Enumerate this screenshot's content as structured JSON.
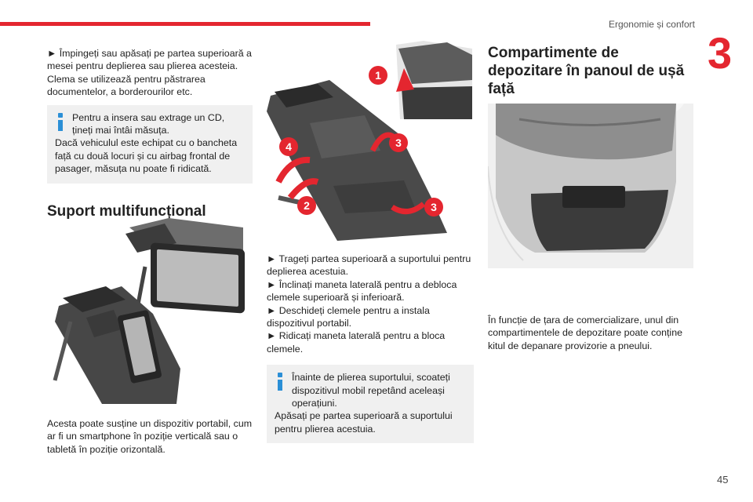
{
  "header": {
    "section_title": "Ergonomie și confort",
    "chapter_number": "3",
    "page_number": "45",
    "accent_color": "#e4262f",
    "info_icon_color": "#2b8fd6"
  },
  "col1": {
    "intro": "Împingeți sau apăsați pe partea superioară a mesei pentru deplierea sau plierea acesteia. Clema se utilizează pentru păstrarea documentelor, a borderourilor etc.",
    "info_first": "Pentru a insera sau extrage un CD, țineți mai întâi măsuța.",
    "info_rest": "Dacă vehiculul este echipat cu o bancheta față cu două locuri și cu airbag frontal de pasager, măsuța nu poate fi ridicată.",
    "section_title": "Suport multifuncțional",
    "caption": "Acesta poate susține un dispozitiv portabil, cum ar fi un smartphone în poziție verticală sau o tabletă în poziție orizontală."
  },
  "col2": {
    "callouts": [
      "1",
      "2",
      "3",
      "3",
      "4"
    ],
    "steps": [
      "Trageți partea superioară a suportului pentru deplierea acestuia.",
      "Înclinați maneta laterală pentru a debloca clemele superioară și inferioară.",
      "Deschideți clemele pentru a instala dispozitivul portabil.",
      "Ridicați maneta laterală pentru a bloca clemele."
    ],
    "info_first": "Înainte de plierea suportului, scoateți dispozitivul mobil repetând aceleași operațiuni.",
    "info_rest": "Apăsați pe partea superioară a suportului pentru plierea acestuia."
  },
  "col3": {
    "section_title": "Compartimente de depozitare în panoul de ușă față",
    "caption": "În funcție de țara de comercializare, unul din compartimentele de depozitare poate conține kitul de depanare provizorie a pneului."
  },
  "arrow_glyph": "►"
}
